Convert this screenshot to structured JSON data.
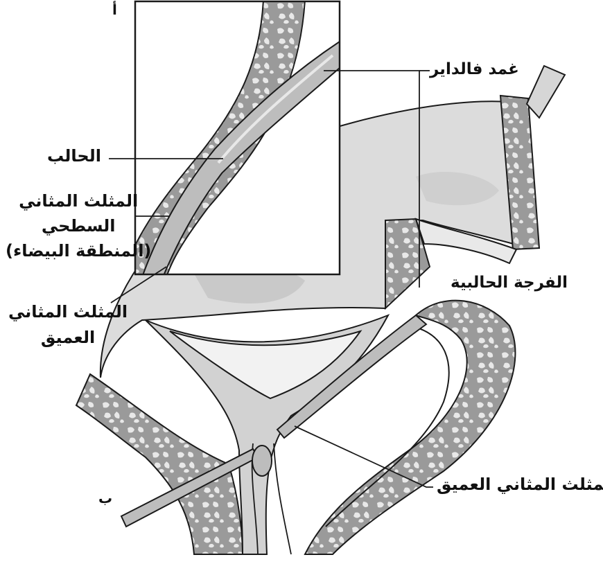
{
  "labels": {
    "panel_a": "أ",
    "panel_b": "ب",
    "ureter": "الحالب",
    "superficial_trigone": "المثلث المثاني\nالسطحي\n(المنطقة البيضاء)",
    "deep_trigone_left": "المثلث المثاني\nالعميق",
    "waldeyer_sheath": "غمد فالداير",
    "ureteral_hiatus": "الفرجة الحالبية",
    "deep_trigone_bottom": "المثلث المثاني العميق"
  },
  "colors": {
    "outline": "#1a1a1a",
    "bone_fill": "#9a9a9a",
    "bone_blobs": "#e6e6e6",
    "bladder_fill": "#dcdcdc",
    "ureter_fill": "#bdbdbd",
    "lumen_fill": "#ffffff"
  }
}
